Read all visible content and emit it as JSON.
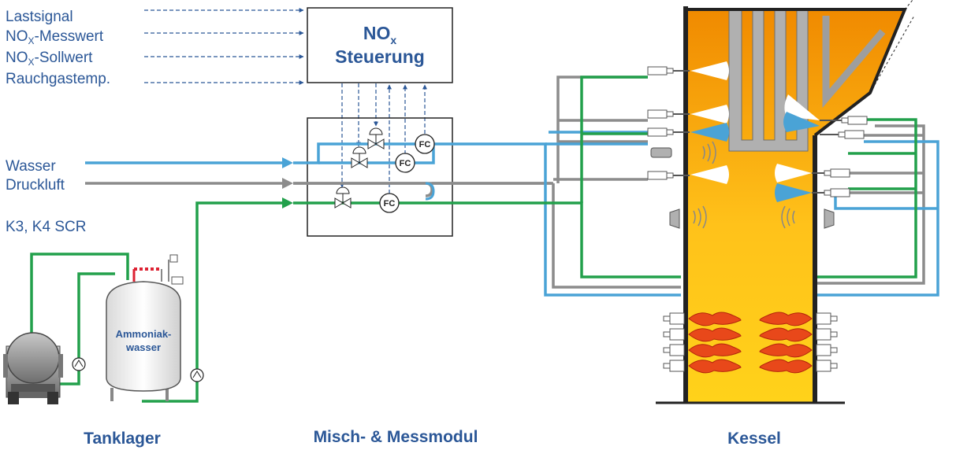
{
  "inputs": {
    "signal1": "Lastsignal",
    "signal2_main": "NO",
    "signal2_sub": "X",
    "signal2_rest": "-Messwert",
    "signal3_main": "NO",
    "signal3_sub": "X",
    "signal3_rest": "-Sollwert",
    "signal4": "Rauchgastemp."
  },
  "controller": {
    "line1_main": "NO",
    "line1_sub": "x",
    "line2": "Steuerung"
  },
  "media": {
    "water": "Wasser",
    "air": "Druckluft",
    "reagent": "K3, K4 SCR"
  },
  "tank": {
    "line1": "Ammoniak-",
    "line2": "wasser"
  },
  "flow_controller_label": "FC",
  "sections": {
    "left": "Tanklager",
    "middle": "Misch- & Messmodul",
    "right": "Kessel"
  },
  "colors": {
    "water_line": "#4aa3d6",
    "air_line": "#8c8c8c",
    "reagent_line": "#22a04b",
    "text": "#2b5797",
    "boiler_gradient_top": "#f08a00",
    "boiler_gradient_bottom": "#ffd21a"
  }
}
